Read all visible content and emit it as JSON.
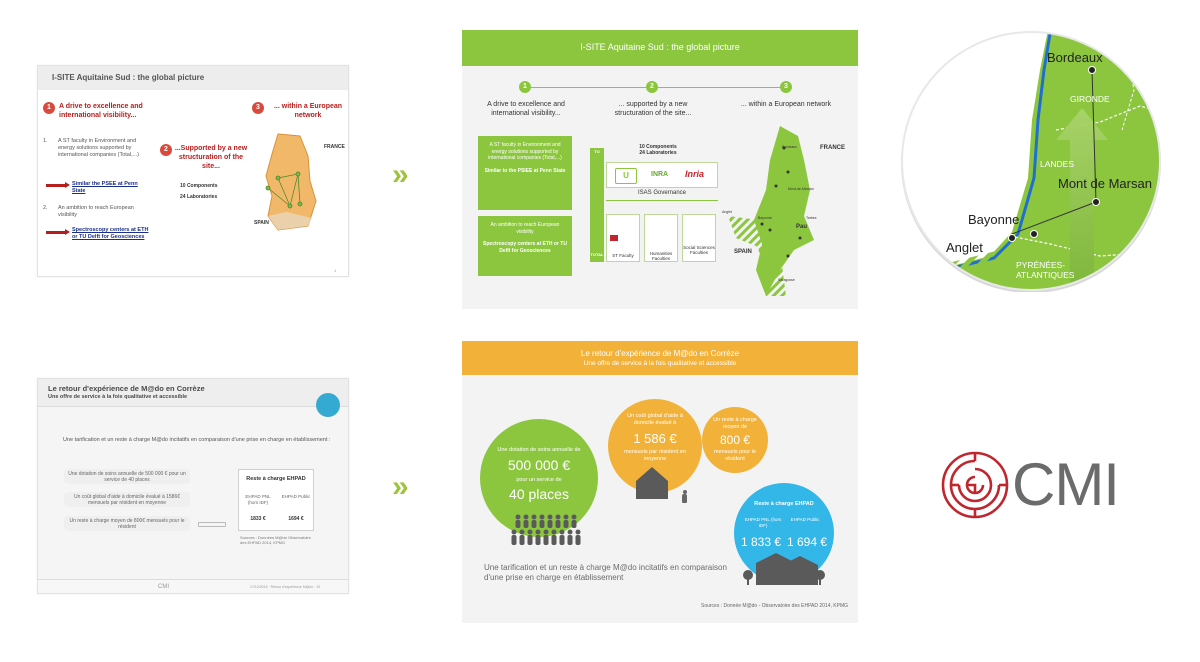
{
  "before1": {
    "title": "I-SITE Aquitaine Sud : the global picture",
    "num1": "1",
    "num2": "2",
    "num3": "3",
    "head1": "A drive to excellence and international visibility...",
    "head2": "...Supported by a new structuration of the site...",
    "head3": "... within a European network",
    "item1_num": "1.",
    "item1": "A ST faculty in Environment and energy solutions supported by international companies (Total,...)",
    "link1": "Similar the PSEE at Penn State",
    "item2_num": "2.",
    "item2": "An ambition to reach European visibility",
    "link2": "Spectroscopy centers at ETH or TU Delft for Geosciences",
    "components": "10 Components",
    "labs": "24 Laboratories",
    "france": "FRANCE",
    "spain": "SPAIN",
    "page": "1"
  },
  "before2": {
    "title": "Le retour d'expérience de M@do en Corrèze",
    "subtitle": "Une offre de service à la fois qualitative et accessible",
    "intro": "Une tarification et un reste à charge M@do incitatifs en comparaison d'une prise en charge en établissement :",
    "p1": "Une dotation de soins annuelle de 500 000 € pour un service de 40 places",
    "p2": "Un coût global d'aide à domicile évalué à 1586€ mensuels par résident en moyenne",
    "p3": "Un reste à charge moyen de 800€ mensuels pour le résident",
    "table_head": "Reste à charge EHPAD",
    "col1": "EHPAD PNL (hors IDF)",
    "col2": "EHPAD Public",
    "v1": "1833 €",
    "v2": "1694 €",
    "source": "Sources : Données M@do Observatoire des EHPAD 2014, KPMG",
    "footer_brand": "CMI",
    "footer_text": "17/12/2015 · Retour d'expérience M@do · 10"
  },
  "chevrons": {
    "glyph": "»"
  },
  "after1": {
    "title": "I-SITE Aquitaine Sud : the global picture",
    "num1": "1",
    "num2": "2",
    "num3": "3",
    "step1": "A drive to excellence and international visibility...",
    "step2": "... supported by a new structuration of the site...",
    "step3": "... within a European network",
    "box1": "A ST faculty in Environment and energy solutions supported by international companies (Total,...)",
    "box1b": "Similar to the PSIEE at Penn State",
    "box2": "An ambition to reach European visibility",
    "box2b": "Spectroscopy centers at ETH or TU Delft for Geosciences",
    "to": "TO",
    "total": "TOTAL",
    "components": "10 Components",
    "labs": "24 Laboratories",
    "inra": "INRA",
    "inria": "Inria",
    "governance": "ISAS Governance",
    "fac1": "ST Faculty",
    "fac2": "Humanities Faculties",
    "fac3": "Social Sciences Faculties",
    "france": "FRANCE",
    "spain": "SPAIN",
    "pau": "Pau",
    "bordeaux": "Bordeaux",
    "montdemarsan": "Mont-de-Marsan",
    "bayonne": "Bayonne",
    "anglet": "Anglet",
    "tarbes": "Tarbes",
    "saragosse": "Saragosse"
  },
  "after2": {
    "title": "Le retour d'expérience de M@do en Corrèze",
    "subtitle": "Une offre de service à la fois qualitative et accessible",
    "g_label": "Une dotation de soins annuelle de",
    "g_amount": "500 000 €",
    "g_mid": "pour un service de",
    "g_places": "40 places",
    "o1_label": "Un coût global d'aide à domicile évalué à",
    "o1_amount": "1 586 €",
    "o1_tail": "mensuels par résident en moyenne",
    "o2_label": "Un reste à charge moyen de",
    "o2_amount": "800 €",
    "o2_tail": "mensuels pour le résident",
    "b_head": "Reste à charge EHPAD",
    "b_col1": "EHPAD PNL (hors IDF)",
    "b_col2": "EHPAD Public",
    "b_v1": "1 833 €",
    "b_v2": "1 694 €",
    "caption": "Une tarification et un reste à charge M@do incitatifs en comparaison d'une prise en charge en établissement",
    "source": "Sources : Donnée M@do - Observatoire des EHPAD 2014, KPMG"
  },
  "map": {
    "bordeaux": "Bordeaux",
    "gironde": "GIRONDE",
    "landes": "LANDES",
    "montdemarsan": "Mont de Marsan",
    "bayonne": "Bayonne",
    "anglet": "Anglet",
    "pyrenees": "PYRÉNÉES-",
    "atlantiques": "ATLANTIQUES"
  },
  "logo": {
    "text": "CMI",
    "color": "#c0262d"
  }
}
